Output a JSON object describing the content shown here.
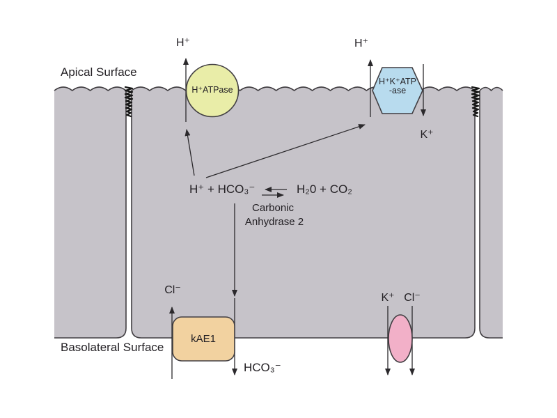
{
  "surfaces": {
    "apical_label": "Apical Surface",
    "basolateral_label": "Basolateral Surface"
  },
  "reaction": {
    "left_side": "H⁺ + HCO₃⁻",
    "right_side": "H₂0 + CO₂",
    "enzyme_line1": "Carbonic",
    "enzyme_line2": "Anhydrase 2"
  },
  "h_atpase": {
    "label": "H⁺ATPase",
    "secreted_ion": "H⁺",
    "fill": "#e9eda8"
  },
  "hk_atpase": {
    "label_line1": "H⁺K⁺ATP",
    "label_line2": "-ase",
    "secreted_ion": "H⁺",
    "absorbed_ion": "K⁺",
    "fill": "#b8dbee"
  },
  "kae1": {
    "label": "kAE1",
    "imported_ion": "Cl⁻",
    "exported_ion": "HCO₃⁻",
    "fill": "#f2d2a0"
  },
  "kcl_channel": {
    "k_ion": "K⁺",
    "cl_ion": "Cl⁻",
    "fill": "#f2b0c8"
  },
  "colors": {
    "cell_fill": "#c6c3c9",
    "outline": "#413e42",
    "arrow": "#2b292c",
    "coil": "#161616"
  }
}
